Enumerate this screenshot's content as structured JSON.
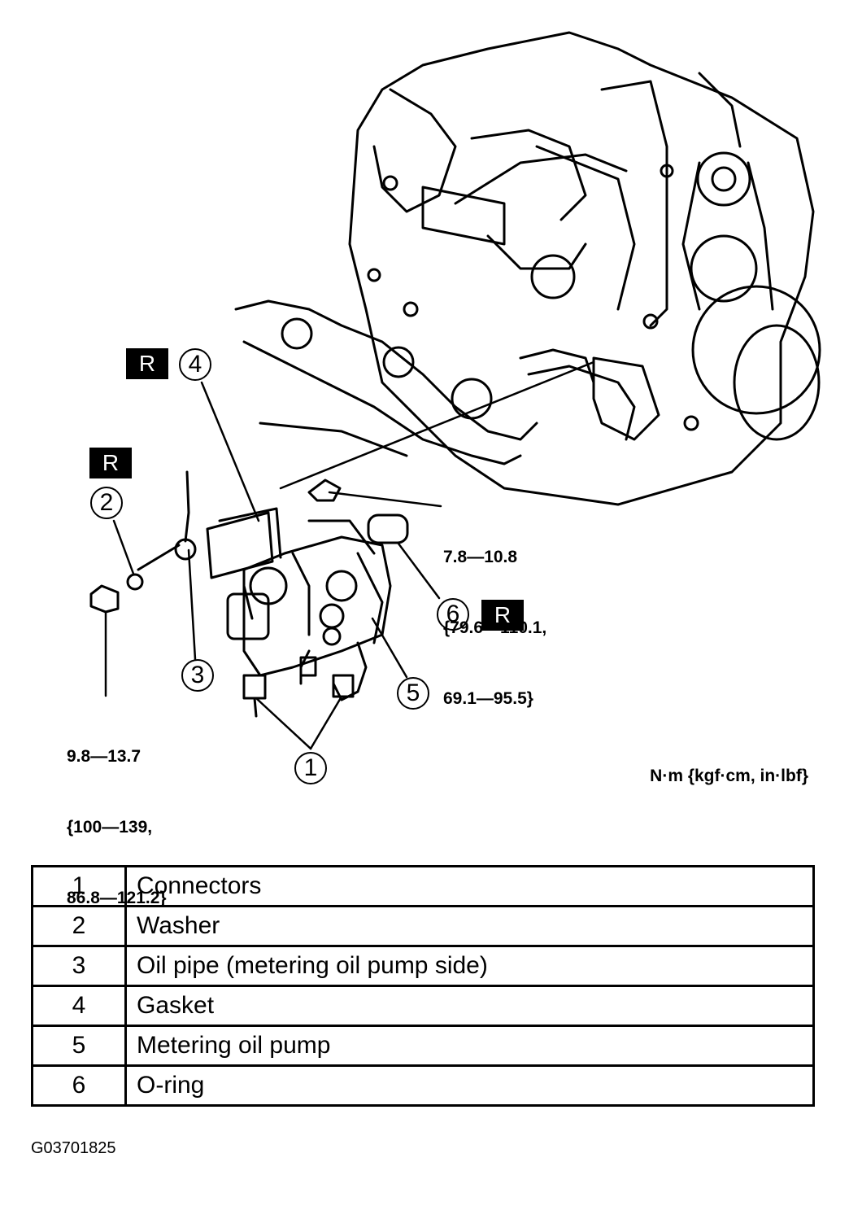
{
  "diagram": {
    "callouts": [
      "1",
      "2",
      "3",
      "4",
      "5",
      "6"
    ],
    "replace_marks": [
      "R",
      "R",
      "R"
    ],
    "torque_specs": [
      {
        "lines": [
          "7.8—10.8",
          "{79.6—110.1,",
          "69.1—95.5}"
        ]
      },
      {
        "lines": [
          "9.8—13.7",
          "{100—139,",
          "86.8—121.2}"
        ]
      }
    ],
    "units": "N·m {kgf·cm, in·lbf}"
  },
  "parts_table": [
    {
      "num": "1",
      "desc": "Connectors"
    },
    {
      "num": "2",
      "desc": "Washer"
    },
    {
      "num": "3",
      "desc": "Oil pipe (metering oil pump side)"
    },
    {
      "num": "4",
      "desc": "Gasket"
    },
    {
      "num": "5",
      "desc": "Metering oil pump"
    },
    {
      "num": "6",
      "desc": "O-ring"
    }
  ],
  "figure_code": "G03701825"
}
